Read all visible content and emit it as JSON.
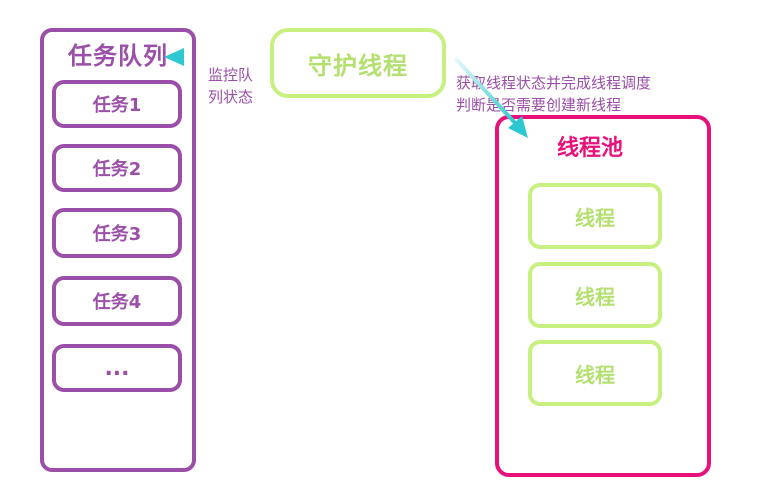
{
  "task_queue": {
    "title": "任务队列",
    "items": [
      "任务1",
      "任务2",
      "任务3",
      "任务4",
      "..."
    ]
  },
  "daemon_thread": {
    "label": "守护线程"
  },
  "thread_pool": {
    "title": "线程池",
    "threads": [
      "线程",
      "线程",
      "线程"
    ]
  },
  "annotations": {
    "monitor_line1": "监控队",
    "monitor_line2": "列状态",
    "dispatch_line1": "获取线程状态并完成线程调度",
    "dispatch_line2": "判断是否需要创建新线程"
  },
  "colors": {
    "queue": "#9b4fa8",
    "daemon": "#c8f080",
    "pool": "#e8107a",
    "arrow": "#2ec8d0"
  }
}
